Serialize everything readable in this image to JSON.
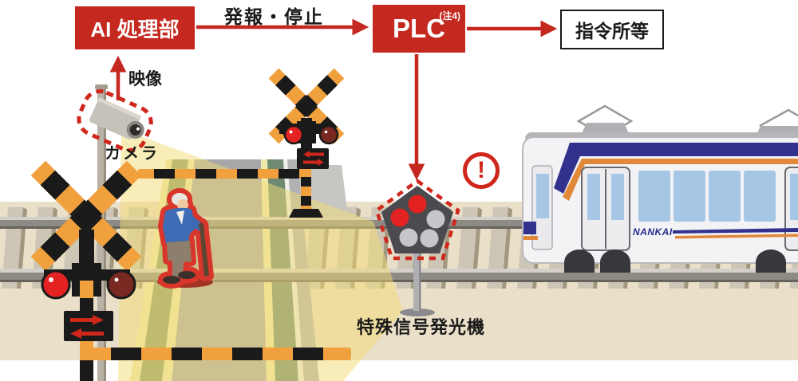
{
  "flow": {
    "ai_box": "AI 処理部",
    "alert_stop": "発報・停止",
    "plc": "PLC",
    "plc_note": "(注4)",
    "command": "指令所等",
    "video_label": "映像",
    "camera_label": "カメラ",
    "special_signal_label": "特殊信号発光機",
    "alert_mark": "!"
  },
  "train": {
    "brand": "NANKAI"
  },
  "colors": {
    "accent_red": "#c5281e",
    "dashed_red": "#d0271c",
    "crossbuck_orange": "#f0a13e",
    "ground_beige": "#eadfc9",
    "cone_yellow": "#f2dc74",
    "train_navy": "#32328e",
    "train_orange": "#e2883a",
    "lit_light_red": "#e32222",
    "unlit_light_red": "#7a2822"
  }
}
